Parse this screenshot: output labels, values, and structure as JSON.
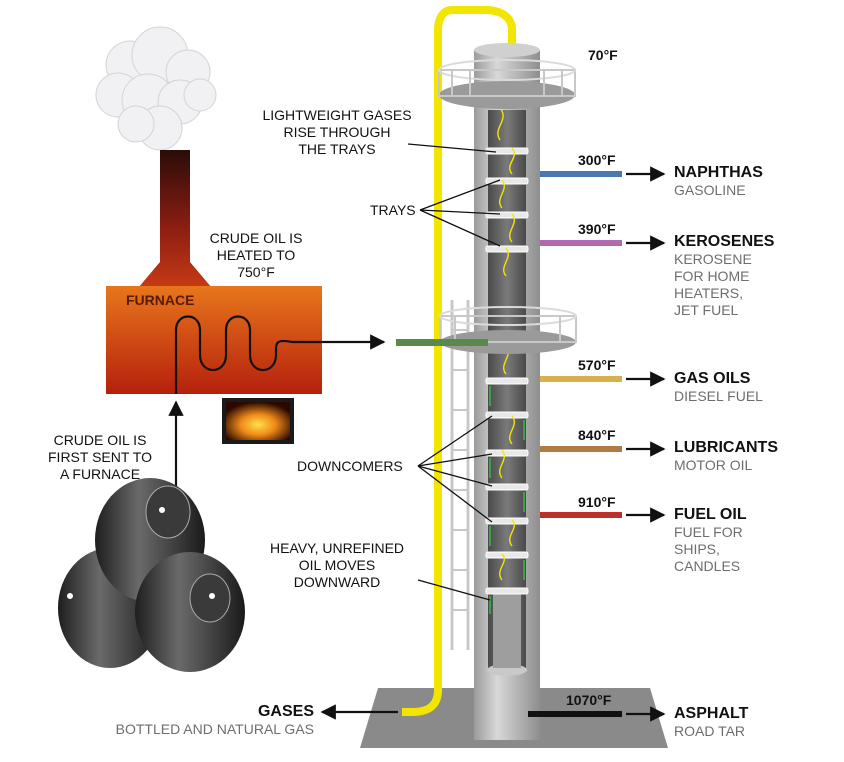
{
  "labels": {
    "lightweight_gases": [
      "LIGHTWEIGHT GASES",
      "RISE THROUGH",
      "THE TRAYS"
    ],
    "trays": "TRAYS",
    "crude_heated": [
      "CRUDE OIL IS",
      "HEATED TO",
      "750°F"
    ],
    "furnace": "FURNACE",
    "crude_first": [
      "CRUDE OIL IS",
      "FIRST SENT TO",
      "A FURNACE"
    ],
    "downcomers": "DOWNCOMERS",
    "heavy_oil": [
      "HEAVY, UNREFINED",
      "OIL MOVES",
      "DOWNWARD"
    ],
    "top_temp": "70°F"
  },
  "products": [
    {
      "temp": "300°F",
      "name": "NAPHTHAS",
      "desc": [
        "GASOLINE"
      ],
      "color": "#4a78b0"
    },
    {
      "temp": "390°F",
      "name": "KEROSENES",
      "desc": [
        "KEROSENE",
        "FOR HOME",
        "HEATERS,",
        "JET FUEL"
      ],
      "color": "#b06ab0"
    },
    {
      "temp": "570°F",
      "name": "GAS OILS",
      "desc": [
        "DIESEL FUEL"
      ],
      "color": "#d8b04a"
    },
    {
      "temp": "840°F",
      "name": "LUBRICANTS",
      "desc": [
        "MOTOR OIL"
      ],
      "color": "#b07a40"
    },
    {
      "temp": "910°F",
      "name": "FUEL OIL",
      "desc": [
        "FUEL FOR",
        "SHIPS,",
        "CANDLES"
      ],
      "color": "#c0302a"
    },
    {
      "temp": "1070°F",
      "name": "ASPHALT",
      "desc": [
        "ROAD TAR"
      ],
      "color": "#111111"
    }
  ],
  "gases": {
    "name": "GASES",
    "desc": "BOTTLED AND NATURAL GAS",
    "color": "#f2e600"
  },
  "colors": {
    "tower": "#b9b9b9",
    "tower_inner": "#606060",
    "furnace_top": "#e8761c",
    "furnace_bottom": "#b5200c",
    "pipe": "#f2e600"
  },
  "icons": [
    "smoke-cloud-icon",
    "oil-barrel-icon",
    "fire-icon",
    "arrow-right-icon",
    "arrow-left-icon"
  ]
}
